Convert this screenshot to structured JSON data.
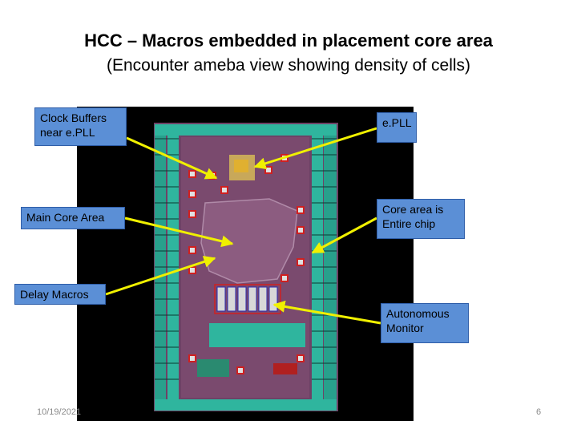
{
  "slide": {
    "title_line1": "HCC – Macros embedded in placement core area",
    "title_line2": "(Encounter ameba view showing density of cells)",
    "date": "10/19/2021",
    "page_number": "6"
  },
  "callouts": {
    "clock_buffers": "Clock Buffers near e.PLL",
    "main_core": "Main Core Area",
    "delay_macros": "Delay Macros",
    "epll": "e.PLL",
    "core_area": "Core area is Entire chip",
    "autonomous": "Autonomous Monitor"
  },
  "colors": {
    "callout_fill": "#5b8fd6",
    "arrow": "#f0f000",
    "chip_core": "#7a4a6e",
    "chip_pads": "#2a9c8e",
    "chip_background": "#000000"
  }
}
